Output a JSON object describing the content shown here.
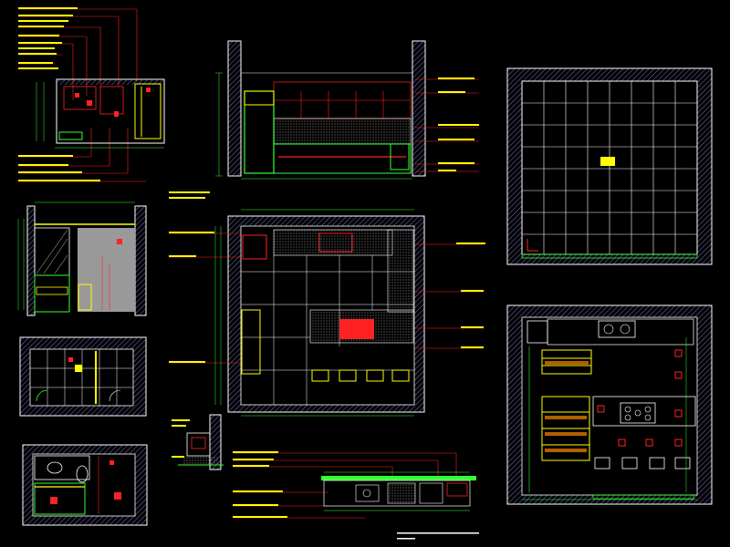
{
  "drawing": {
    "background": "#000000",
    "colors": {
      "wall": "#ffffff",
      "hatch": "#7777cc",
      "dimension": "#33ff33",
      "leader": "#ff2222",
      "annotation": "#ffff00",
      "fixture": "#ff2222",
      "floor_grid": "#ffffff",
      "stone": "#aaaaaa"
    },
    "room_tag": "",
    "title_block": ""
  },
  "panels": [
    {
      "id": "utility-plan",
      "kind": "plan"
    },
    {
      "id": "kitchen-elevation-top",
      "kind": "elevation"
    },
    {
      "id": "ceiling-plan-right",
      "kind": "reflected-ceiling-plan"
    },
    {
      "id": "bath-elevation-left",
      "kind": "elevation"
    },
    {
      "id": "kitchen-plan-center",
      "kind": "plan"
    },
    {
      "id": "tile-plan-left",
      "kind": "plan"
    },
    {
      "id": "kitchen-furniture-plan-right",
      "kind": "plan"
    },
    {
      "id": "bathroom-plan-left",
      "kind": "plan"
    },
    {
      "id": "section-detail-small",
      "kind": "section"
    },
    {
      "id": "counter-elevation-bottom",
      "kind": "elevation"
    }
  ]
}
